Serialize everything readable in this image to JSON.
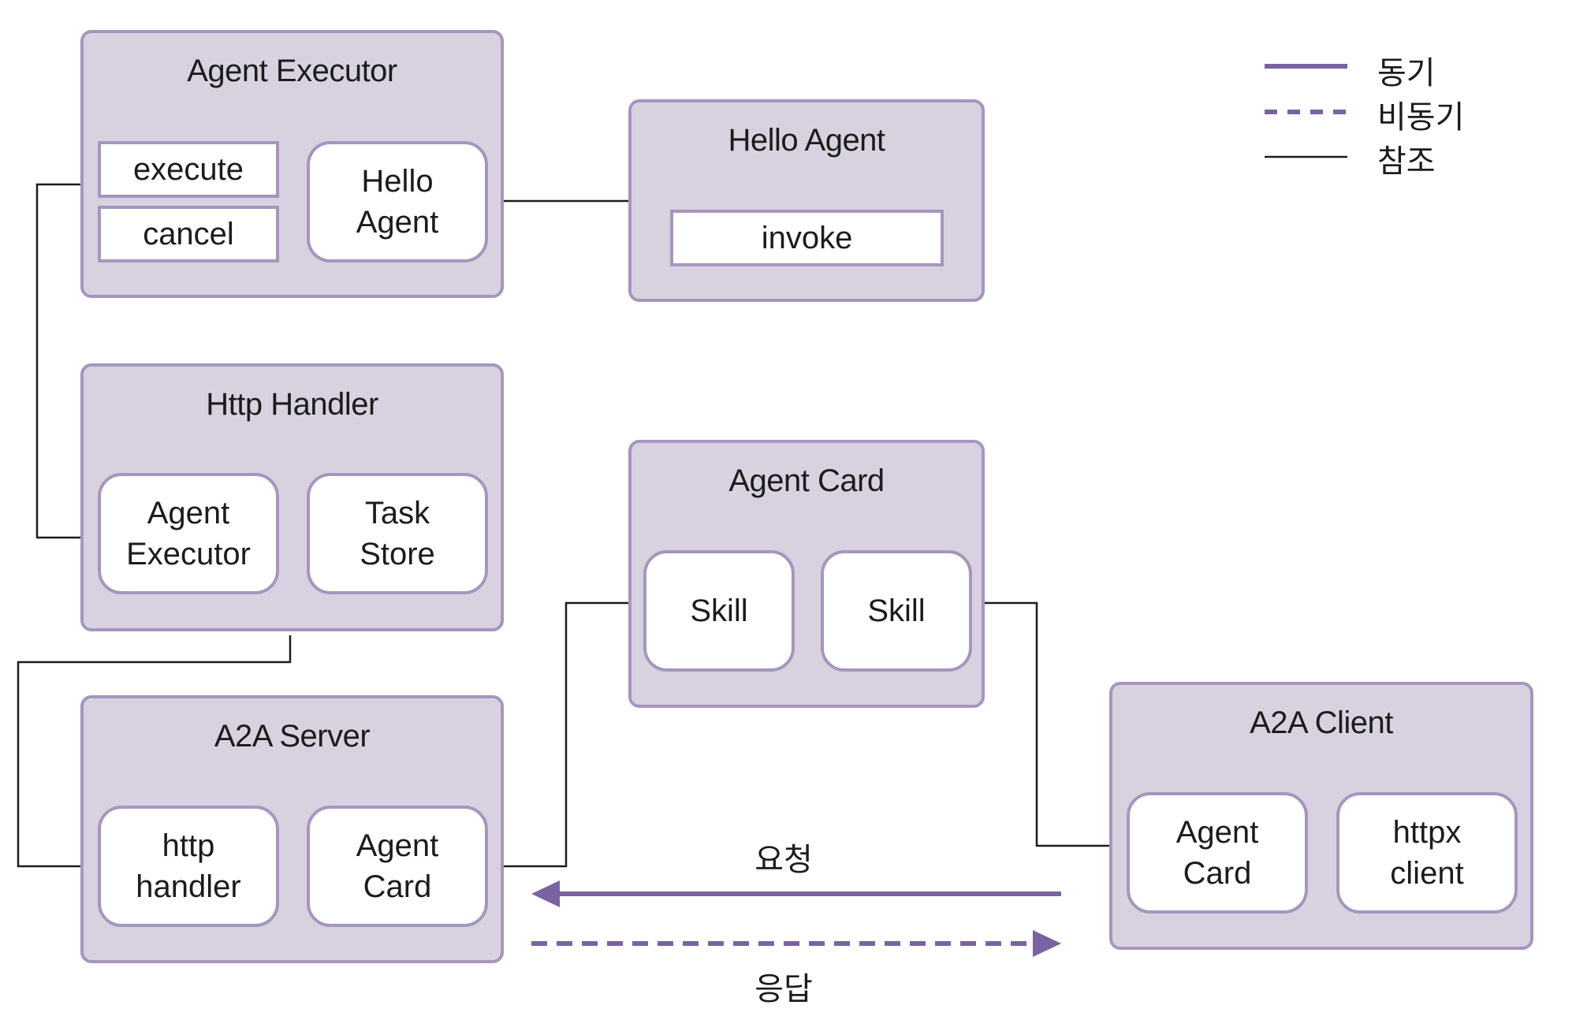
{
  "colors": {
    "group_fill": "#d8d2e0",
    "border": "#a596be",
    "sync_arrow": "#7b62a0",
    "reference_line": "#1c1c1c"
  },
  "legend": [
    {
      "style": "solid-purple",
      "label": "동기"
    },
    {
      "style": "dashed-purple",
      "label": "비동기"
    },
    {
      "style": "solid-thin-black",
      "label": "참조"
    }
  ],
  "groups": {
    "agent_executor": {
      "title": "Agent Executor",
      "items": [
        "execute",
        "cancel",
        "Hello\nAgent"
      ]
    },
    "hello_agent": {
      "title": "Hello Agent",
      "items": [
        "invoke"
      ]
    },
    "http_handler": {
      "title": "Http Handler",
      "items": [
        "Agent\nExecutor",
        "Task\nStore"
      ]
    },
    "agent_card": {
      "title": "Agent Card",
      "items": [
        "Skill",
        "Skill"
      ]
    },
    "a2a_server": {
      "title": "A2A Server",
      "items": [
        "http\nhandler",
        "Agent\nCard"
      ]
    },
    "a2a_client": {
      "title": "A2A Client",
      "items": [
        "Agent\nCard",
        "httpx\nclient"
      ]
    }
  },
  "flows": {
    "request": {
      "label": "요청",
      "type": "동기",
      "from": "A2A Client",
      "to": "A2A Server"
    },
    "response": {
      "label": "응답",
      "type": "비동기",
      "from": "A2A Server",
      "to": "A2A Client"
    }
  }
}
